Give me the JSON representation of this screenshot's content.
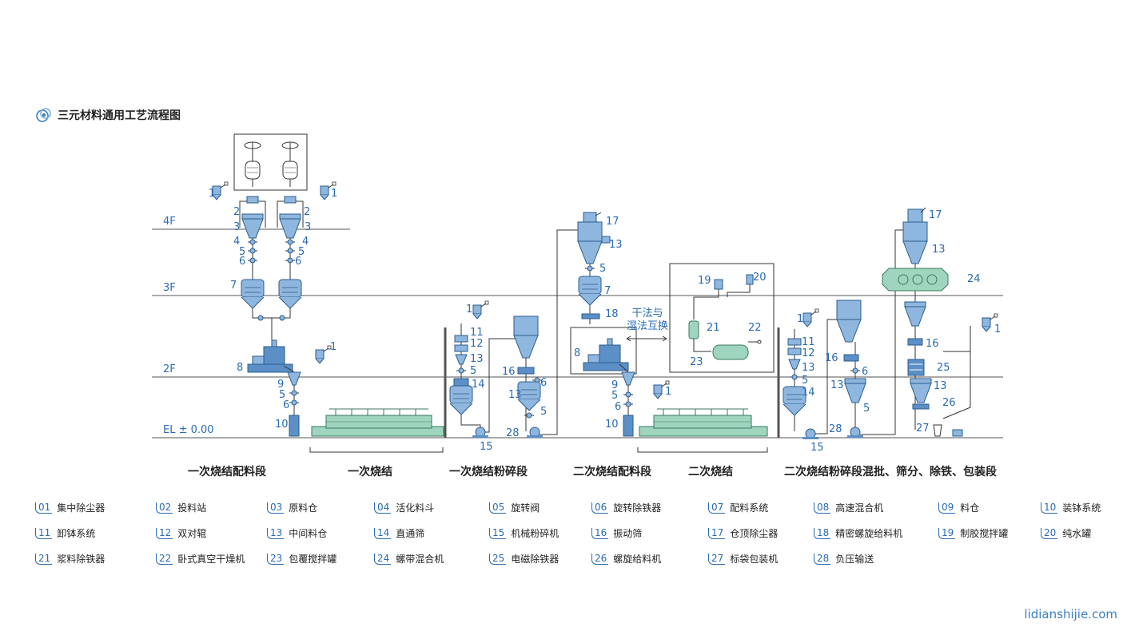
{
  "title": "三元材料通用工艺流程图",
  "floors": [
    "4F",
    "3F",
    "2F",
    "EL ± 0.00"
  ],
  "note": {
    "line1": "干法与",
    "line2": "湿法互换"
  },
  "stages": [
    "一次烧结配料段",
    "一次烧结",
    "一次烧结粉碎段",
    "二次烧结配料段",
    "二次烧结",
    "二次烧结粉碎段混批、筛分、除铁、包装段"
  ],
  "legend": [
    {
      "num": "01",
      "label": "集中除尘器"
    },
    {
      "num": "02",
      "label": "投料站"
    },
    {
      "num": "03",
      "label": "原料仓"
    },
    {
      "num": "04",
      "label": "活化料斗"
    },
    {
      "num": "05",
      "label": "旋转阀"
    },
    {
      "num": "06",
      "label": "旋转除铁器"
    },
    {
      "num": "07",
      "label": "配料系统"
    },
    {
      "num": "08",
      "label": "高速混合机"
    },
    {
      "num": "09",
      "label": "料仓"
    },
    {
      "num": "10",
      "label": "装钵系统"
    },
    {
      "num": "11",
      "label": "卸钵系统"
    },
    {
      "num": "12",
      "label": "双对辊"
    },
    {
      "num": "13",
      "label": "中间料仓"
    },
    {
      "num": "14",
      "label": "直通筛"
    },
    {
      "num": "15",
      "label": "机械粉碎机"
    },
    {
      "num": "16",
      "label": "振动筛"
    },
    {
      "num": "17",
      "label": "仓顶除尘器"
    },
    {
      "num": "18",
      "label": "精密螺旋给料机"
    },
    {
      "num": "19",
      "label": "制胶搅拌罐"
    },
    {
      "num": "20",
      "label": "纯水罐"
    },
    {
      "num": "21",
      "label": "浆料除铁器"
    },
    {
      "num": "22",
      "label": "卧式真空干燥机"
    },
    {
      "num": "23",
      "label": "包覆搅拌罐"
    },
    {
      "num": "24",
      "label": "螺带混合机"
    },
    {
      "num": "25",
      "label": "电磁除铁器"
    },
    {
      "num": "26",
      "label": "螺旋给料机"
    },
    {
      "num": "27",
      "label": "标袋包装机"
    },
    {
      "num": "28",
      "label": "负压输送"
    }
  ],
  "watermark": "lidianshijie.com",
  "colors": {
    "equipment": "#8fb6de",
    "equipment_stroke": "#2a5d8f",
    "kiln": "#9fd4bf",
    "label": "#2a6bb3",
    "line": "#333333"
  }
}
